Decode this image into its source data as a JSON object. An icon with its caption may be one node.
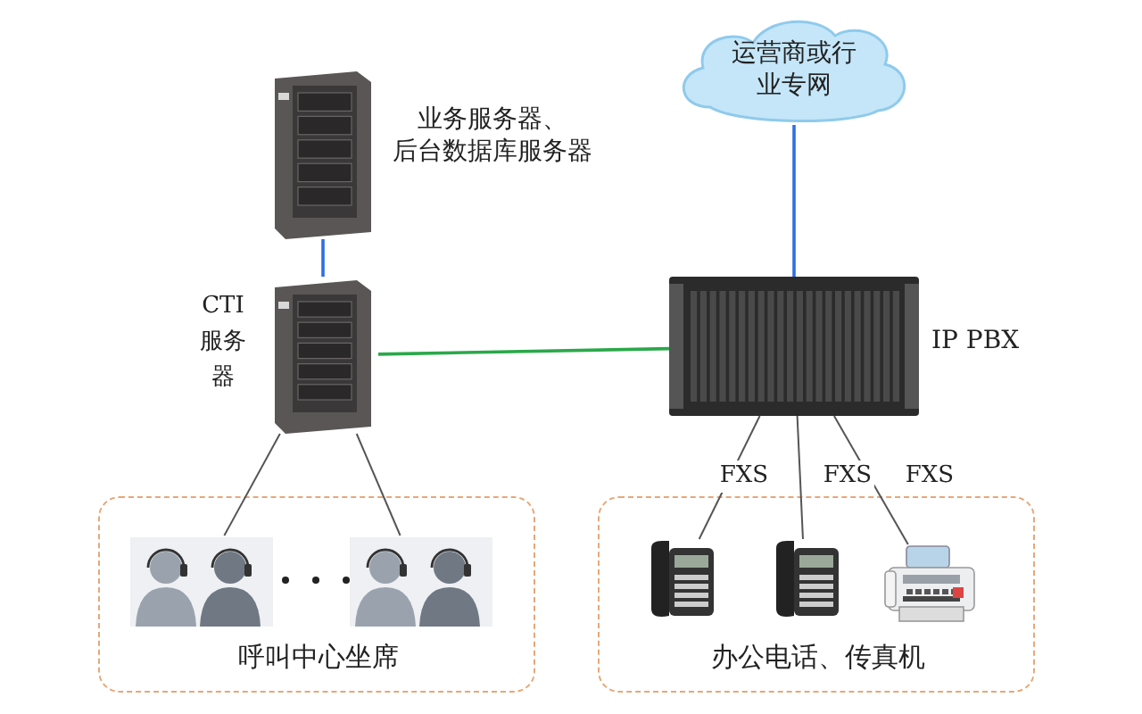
{
  "diagram": {
    "nodes": [
      {
        "text": [
          "运营商或行业专网"
        ]
      },
      {
        "text": [],
        "shape": "picture",
        "beside": [
          "业务服务器、后台数据库服务器"
        ]
      },
      {
        "text": [],
        "shape": "picture",
        "beside": [
          "CTI 服务器"
        ]
      },
      {
        "text": [],
        "shape": "picture",
        "beside": [
          "IP PBX"
        ]
      },
      {
        "text": [
          "呼叫中心坐席"
        ]
      },
      {
        "text": [],
        "shape": "picture",
        "in": 4
      },
      {
        "text": [],
        "shape": "picture",
        "in": 4
      },
      {
        "text": [
          "办公电话、传真机"
        ]
      },
      {
        "text": [],
        "shape": "picture",
        "in": 7
      },
      {
        "text": [],
        "shape": "picture",
        "in": 7
      },
      {
        "text": [],
        "shape": "picture",
        "in": 7
      }
    ],
    "edges": [
      {
        "from": 0,
        "to": 3,
        "arrow": "none",
        "color": "#2f6fe0"
      },
      {
        "from": 1,
        "to": 2,
        "arrow": "none",
        "color": "#2f6fe0"
      },
      {
        "from": 2,
        "to": 3,
        "arrow": "none",
        "color": "#2aa84a"
      },
      {
        "from": 2,
        "to": 5,
        "arrow": "none"
      },
      {
        "from": 2,
        "to": 6,
        "arrow": "none"
      },
      {
        "from": 3,
        "to": 8,
        "arrow": "none",
        "label": "FXS"
      },
      {
        "from": 3,
        "to": 9,
        "arrow": "none",
        "label": "FXS"
      },
      {
        "from": 3,
        "to": 10,
        "arrow": "none",
        "label": "FXS"
      }
    ]
  }
}
